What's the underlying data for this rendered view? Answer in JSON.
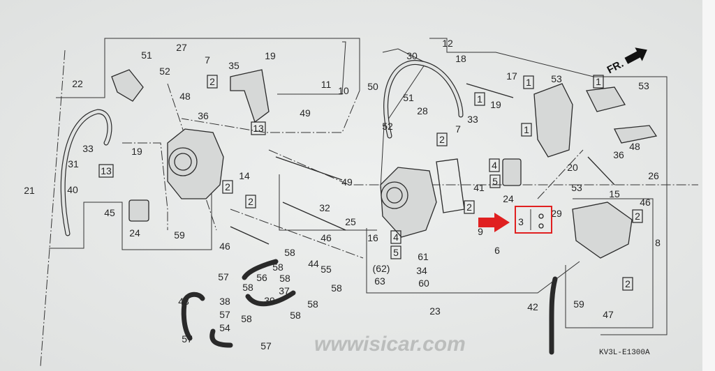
{
  "title_code": "KV3L-E1300A",
  "direction_label": "FR.",
  "watermark": "wwwisicar.com",
  "highlight": {
    "label": "3",
    "color": "#e02020"
  },
  "callouts": [
    {
      "label": "51",
      "boxed": false
    },
    {
      "label": "27",
      "boxed": false
    },
    {
      "label": "52",
      "boxed": false
    },
    {
      "label": "7",
      "boxed": false
    },
    {
      "label": "2",
      "boxed": true
    },
    {
      "label": "48",
      "boxed": false
    },
    {
      "label": "36",
      "boxed": false
    },
    {
      "label": "35",
      "boxed": false
    },
    {
      "label": "19",
      "boxed": false
    },
    {
      "label": "11",
      "boxed": false
    },
    {
      "label": "10",
      "boxed": false
    },
    {
      "label": "49",
      "boxed": false
    },
    {
      "label": "13",
      "boxed": true
    },
    {
      "label": "22",
      "boxed": false
    },
    {
      "label": "33",
      "boxed": false
    },
    {
      "label": "31",
      "boxed": false
    },
    {
      "label": "19",
      "boxed": false
    },
    {
      "label": "13",
      "boxed": true
    },
    {
      "label": "21",
      "boxed": false
    },
    {
      "label": "40",
      "boxed": false
    },
    {
      "label": "45",
      "boxed": false
    },
    {
      "label": "24",
      "boxed": false
    },
    {
      "label": "59",
      "boxed": false
    },
    {
      "label": "14",
      "boxed": false
    },
    {
      "label": "2",
      "boxed": true
    },
    {
      "label": "2",
      "boxed": true
    },
    {
      "label": "49",
      "boxed": false
    },
    {
      "label": "32",
      "boxed": false
    },
    {
      "label": "25",
      "boxed": false
    },
    {
      "label": "46",
      "boxed": false
    },
    {
      "label": "46",
      "boxed": false
    },
    {
      "label": "30",
      "boxed": false
    },
    {
      "label": "12",
      "boxed": false
    },
    {
      "label": "18",
      "boxed": false
    },
    {
      "label": "17",
      "boxed": false
    },
    {
      "label": "1",
      "boxed": true
    },
    {
      "label": "1",
      "boxed": true
    },
    {
      "label": "50",
      "boxed": false
    },
    {
      "label": "51",
      "boxed": false
    },
    {
      "label": "28",
      "boxed": false
    },
    {
      "label": "52",
      "boxed": false
    },
    {
      "label": "33",
      "boxed": false
    },
    {
      "label": "7",
      "boxed": false
    },
    {
      "label": "2",
      "boxed": true
    },
    {
      "label": "19",
      "boxed": false
    },
    {
      "label": "1",
      "boxed": true
    },
    {
      "label": "53",
      "boxed": false
    },
    {
      "label": "1",
      "boxed": true
    },
    {
      "label": "53",
      "boxed": false
    },
    {
      "label": "48",
      "boxed": false
    },
    {
      "label": "36",
      "boxed": false
    },
    {
      "label": "20",
      "boxed": false
    },
    {
      "label": "4",
      "boxed": true
    },
    {
      "label": "5",
      "boxed": true
    },
    {
      "label": "41",
      "boxed": false
    },
    {
      "label": "24",
      "boxed": false
    },
    {
      "label": "53",
      "boxed": false
    },
    {
      "label": "26",
      "boxed": false
    },
    {
      "label": "15",
      "boxed": false
    },
    {
      "label": "46",
      "boxed": false
    },
    {
      "label": "29",
      "boxed": false
    },
    {
      "label": "2",
      "boxed": true
    },
    {
      "label": "2",
      "boxed": true
    },
    {
      "label": "9",
      "boxed": false
    },
    {
      "label": "3",
      "boxed": false
    },
    {
      "label": "8",
      "boxed": false
    },
    {
      "label": "6",
      "boxed": false
    },
    {
      "label": "16",
      "boxed": false
    },
    {
      "label": "4",
      "boxed": true
    },
    {
      "label": "5",
      "boxed": true
    },
    {
      "label": "61",
      "boxed": false
    },
    {
      "label": "34",
      "boxed": false
    },
    {
      "label": "(62)",
      "boxed": false
    },
    {
      "label": "63",
      "boxed": false
    },
    {
      "label": "60",
      "boxed": false
    },
    {
      "label": "23",
      "boxed": false
    },
    {
      "label": "42",
      "boxed": false
    },
    {
      "label": "59",
      "boxed": false
    },
    {
      "label": "2",
      "boxed": true
    },
    {
      "label": "47",
      "boxed": false
    },
    {
      "label": "58",
      "boxed": false
    },
    {
      "label": "44",
      "boxed": false
    },
    {
      "label": "58",
      "boxed": false
    },
    {
      "label": "56",
      "boxed": false
    },
    {
      "label": "55",
      "boxed": false
    },
    {
      "label": "58",
      "boxed": false
    },
    {
      "label": "57",
      "boxed": false
    },
    {
      "label": "58",
      "boxed": false
    },
    {
      "label": "58",
      "boxed": false
    },
    {
      "label": "37",
      "boxed": false
    },
    {
      "label": "39",
      "boxed": false
    },
    {
      "label": "58",
      "boxed": false
    },
    {
      "label": "43",
      "boxed": false
    },
    {
      "label": "38",
      "boxed": false
    },
    {
      "label": "58",
      "boxed": false
    },
    {
      "label": "57",
      "boxed": false
    },
    {
      "label": "58",
      "boxed": false
    },
    {
      "label": "54",
      "boxed": false
    },
    {
      "label": "57",
      "boxed": false
    },
    {
      "label": "57",
      "boxed": false
    }
  ]
}
